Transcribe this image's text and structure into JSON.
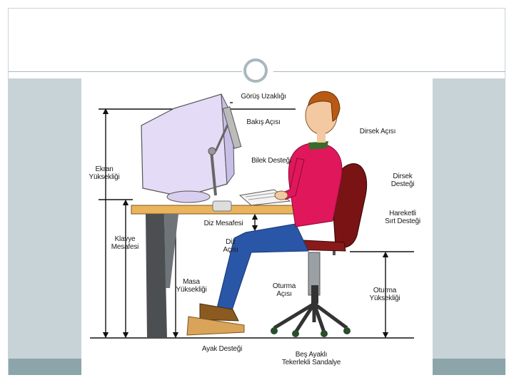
{
  "colors": {
    "side_band": "#c8d3d7",
    "bottom_band": "#8ca5aa",
    "shirt": "#e0175b",
    "jeans": "#2a56a8",
    "chair": "#7a1414",
    "desk_top": "#e9b45c",
    "desk_leg": "#4b4f52",
    "monitor": "#e4dcf6"
  },
  "icons": {
    "ring": "circle-ornament-icon"
  },
  "labels": {
    "gorus_uzakligi": "Görüş Uzaklığı",
    "bakis_acisi": "Bakış Açısı",
    "dirsek_acisi": "Dirsek Açısı",
    "bilek_destegi": "Bilek Desteği",
    "ekran_yuksekligi": "Ekran\nYüksekliği",
    "dirsek_destegi": "Dirsek\nDesteği",
    "hareketli_sirt_destegi": "Hareketli\nSırt Desteği",
    "diz_mesafesi": "Diz Mesafesi",
    "klavye_mesafesi": "Klavye\nMesafesi",
    "diz_acisi": "Diz\nAçısı",
    "masa_yuksekligi": "Masa\nYüksekliği",
    "oturma_acisi": "Oturma\nAçısı",
    "oturma_yuksekligi": "Oturma\nYüksekliği",
    "ayak_destegi": "Ayak Desteği",
    "bes_ayakli": "Beş Ayaklı\nTekerlekli Sandalye"
  }
}
